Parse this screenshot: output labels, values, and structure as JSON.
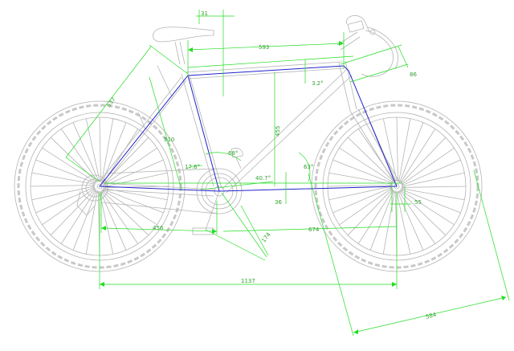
{
  "colors": {
    "background": "#ffffff",
    "bike_outline": "#b4b4b4",
    "frame_geometry": "#2222cc",
    "dimension": "#22dd22",
    "dimension_text": "#30a030"
  },
  "dimensions": {
    "seat_setback": "31",
    "top_tube": "593",
    "top_tube_slope": "3.2°",
    "stem_reach": "86",
    "seat_tube_ctc": "537",
    "seat_tube_ct": "510",
    "stack_height": "455",
    "head_angle": "63°",
    "chainstay_angle": "40.7°",
    "seat_angle": "68°",
    "seatstay_angle": "17.6°",
    "bb_drop": "36",
    "fork_offset": "55",
    "chainstay": "456",
    "front_center": "674",
    "crank_length": "174",
    "wheelbase": "1137",
    "wheel_diameter": "584"
  }
}
